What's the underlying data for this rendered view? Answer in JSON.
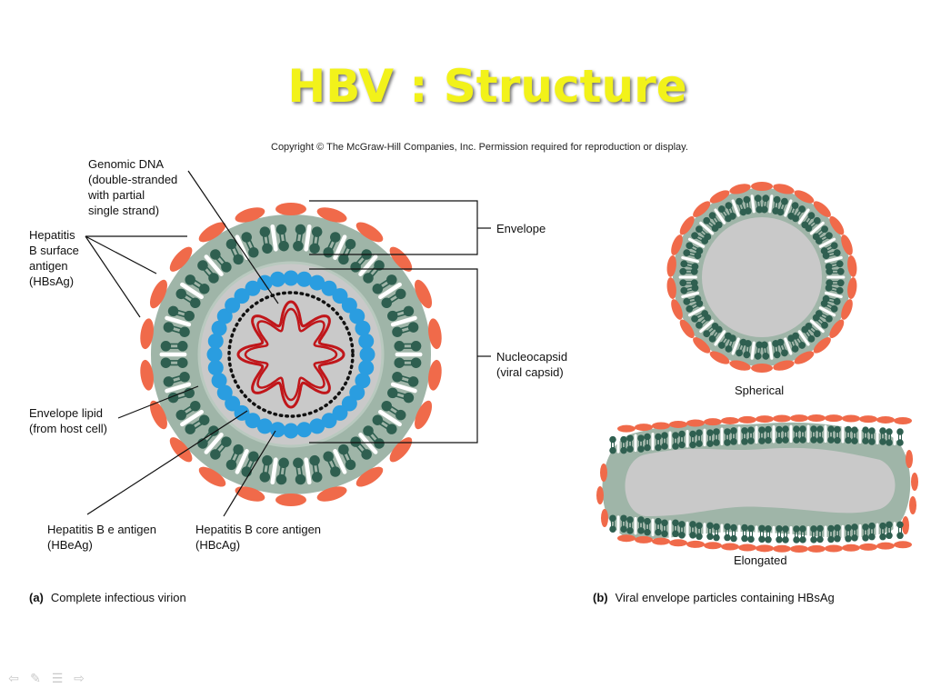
{
  "slide": {
    "title": "HBV : Structure"
  },
  "copyright": "Copyright © The McGraw-Hill Companies, Inc. Permission required for reproduction or display.",
  "labels": {
    "genomic_dna": "Genomic DNA\n(double-stranded\nwith partial\nsingle strand)",
    "hbsag": "Hepatitis\nB surface\nantigen\n(HBsAg)",
    "envelope": "Envelope",
    "nucleocapsid": "Nucleocapsid\n(viral capsid)",
    "envelope_lipid": "Envelope lipid\n(from host cell)",
    "hbeag": "Hepatitis B e antigen\n(HBeAg)",
    "hbcag": "Hepatitis B core antigen\n(HBcAg)",
    "spherical": "Spherical",
    "elongated": "Elongated"
  },
  "captions": {
    "a_letter": "(a)",
    "a_text": "Complete infectious virion",
    "b_letter": "(b)",
    "b_text": "Viral envelope particles containing HBsAg"
  },
  "colors": {
    "title": "#f2f21a",
    "surface_antigen": "#f06a4a",
    "lipid_protein": "#2f5f50",
    "envelope_fill": "#9fb5a8",
    "interior": "#c9c9c9",
    "capsid": "#2a9de0",
    "dna": "#c0161a"
  },
  "nav": {
    "prev_icon": "arrow-left-icon",
    "pen_icon": "pen-icon",
    "menu_icon": "menu-icon",
    "next_icon": "arrow-right-icon"
  }
}
